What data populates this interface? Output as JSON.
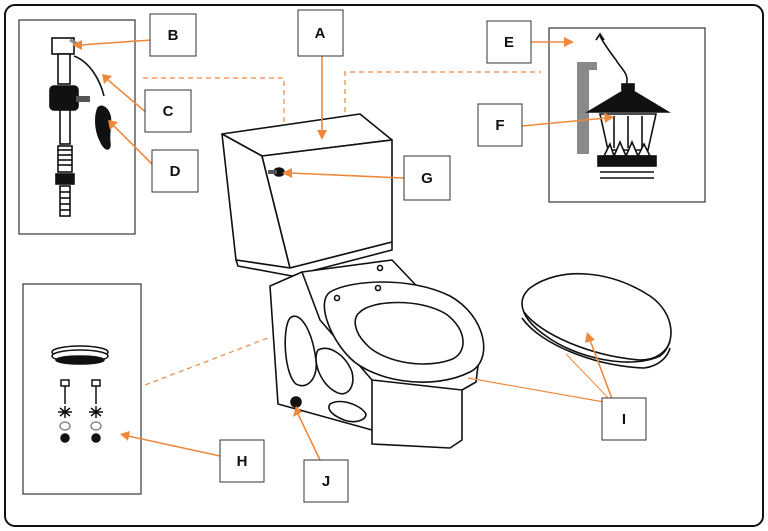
{
  "diagram": {
    "colors": {
      "accent": "#f0883c",
      "line": "#111111",
      "panel_border": "#444444",
      "gray_part": "#8a8a8a",
      "background": "#ffffff"
    },
    "labels": [
      {
        "id": "A",
        "text": "A"
      },
      {
        "id": "B",
        "text": "B"
      },
      {
        "id": "C",
        "text": "C"
      },
      {
        "id": "D",
        "text": "D"
      },
      {
        "id": "E",
        "text": "E"
      },
      {
        "id": "F",
        "text": "F"
      },
      {
        "id": "G",
        "text": "G"
      },
      {
        "id": "H",
        "text": "H"
      },
      {
        "id": "I",
        "text": "I"
      },
      {
        "id": "J",
        "text": "J"
      }
    ],
    "panels": [
      {
        "id": "fill-valve-detail",
        "icon": "fill-valve-icon"
      },
      {
        "id": "flush-valve-detail",
        "icon": "flapper-icon"
      },
      {
        "id": "hardware-kit-detail",
        "icon": "bolts-and-wax-ring-icon"
      }
    ]
  }
}
